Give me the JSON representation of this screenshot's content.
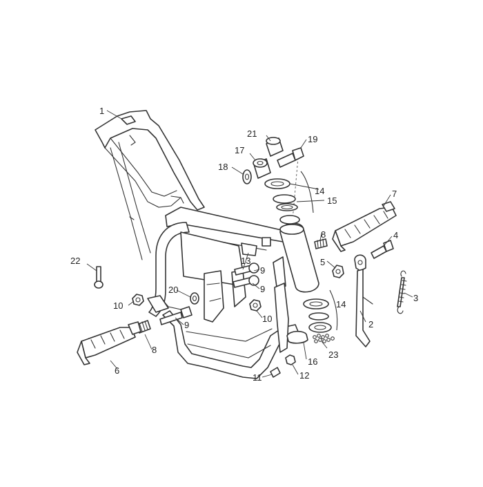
{
  "callouts": [
    {
      "id": "c1",
      "text": "1"
    },
    {
      "id": "c2",
      "text": "2"
    },
    {
      "id": "c3",
      "text": "3"
    },
    {
      "id": "c4",
      "text": "4"
    },
    {
      "id": "c5",
      "text": "5"
    },
    {
      "id": "c6",
      "text": "6"
    },
    {
      "id": "c7",
      "text": "7"
    },
    {
      "id": "c8a",
      "text": "8"
    },
    {
      "id": "c8b",
      "text": "8"
    },
    {
      "id": "c9a",
      "text": "9"
    },
    {
      "id": "c9b",
      "text": "9"
    },
    {
      "id": "c9c",
      "text": "9"
    },
    {
      "id": "c10a",
      "text": "10"
    },
    {
      "id": "c10b",
      "text": "10"
    },
    {
      "id": "c11",
      "text": "11"
    },
    {
      "id": "c12",
      "text": "12"
    },
    {
      "id": "c13",
      "text": "13"
    },
    {
      "id": "c14a",
      "text": "14"
    },
    {
      "id": "c14b",
      "text": "14"
    },
    {
      "id": "c15",
      "text": "15"
    },
    {
      "id": "c16",
      "text": "16"
    },
    {
      "id": "c17",
      "text": "17"
    },
    {
      "id": "c18",
      "text": "18"
    },
    {
      "id": "c19",
      "text": "19"
    },
    {
      "id": "c20",
      "text": "20"
    },
    {
      "id": "c21",
      "text": "21"
    },
    {
      "id": "c22",
      "text": "22"
    },
    {
      "id": "c23",
      "text": "23"
    }
  ]
}
